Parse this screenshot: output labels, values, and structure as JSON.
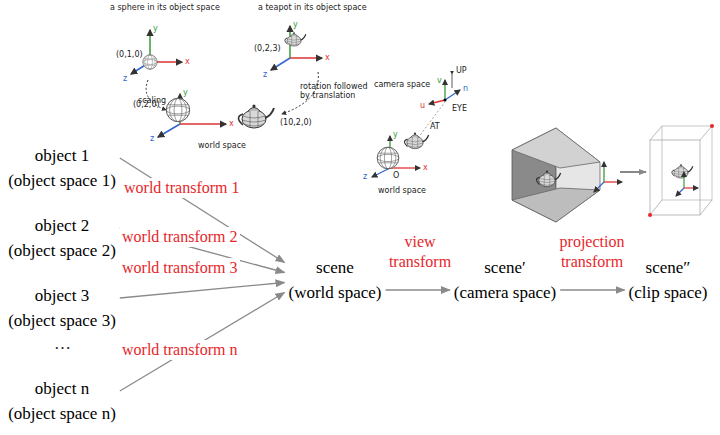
{
  "diagram": {
    "nodes": [
      {
        "text": [
          "object 1",
          "(object space 1)"
        ]
      },
      {
        "text": [
          "object 2",
          "(object space 2)"
        ]
      },
      {
        "text": [
          "object 3",
          "(object space 3)"
        ]
      },
      {
        "text": [
          "object n",
          "(object space n)"
        ]
      },
      {
        "text": [
          "scene",
          "(world space)"
        ]
      },
      {
        "text": [
          "scene′",
          "(camera space)"
        ]
      },
      {
        "text": [
          "scene″",
          "(clip space)"
        ]
      }
    ],
    "edges": [
      {
        "from": 0,
        "to": 4,
        "label": "world transform 1",
        "arrow": "to"
      },
      {
        "from": 1,
        "to": 4,
        "label": "world transform 2",
        "arrow": "to"
      },
      {
        "from": 2,
        "to": 4,
        "label": "world transform 3",
        "arrow": "to"
      },
      {
        "from": 3,
        "to": 4,
        "label": "world transform n",
        "arrow": "to"
      },
      {
        "from": 4,
        "to": 5,
        "label": "view transform",
        "arrow": "to"
      },
      {
        "from": 5,
        "to": 6,
        "label": "projection transform",
        "arrow": "to"
      }
    ],
    "labels": [
      "a sphere in its object space",
      "a teapot in its object space",
      "(0,1,0)",
      "(0,2,3)",
      "scaling",
      "rotation followed by translation",
      "(0,2,0)",
      "(10,2,0)",
      "world space",
      "camera space",
      "UP",
      "EYE",
      "AT",
      "O",
      "world space",
      "…",
      "y",
      "x",
      "z",
      "y",
      "x",
      "z",
      "y",
      "x",
      "z",
      "y",
      "x",
      "z",
      "v",
      "u",
      "n"
    ]
  }
}
